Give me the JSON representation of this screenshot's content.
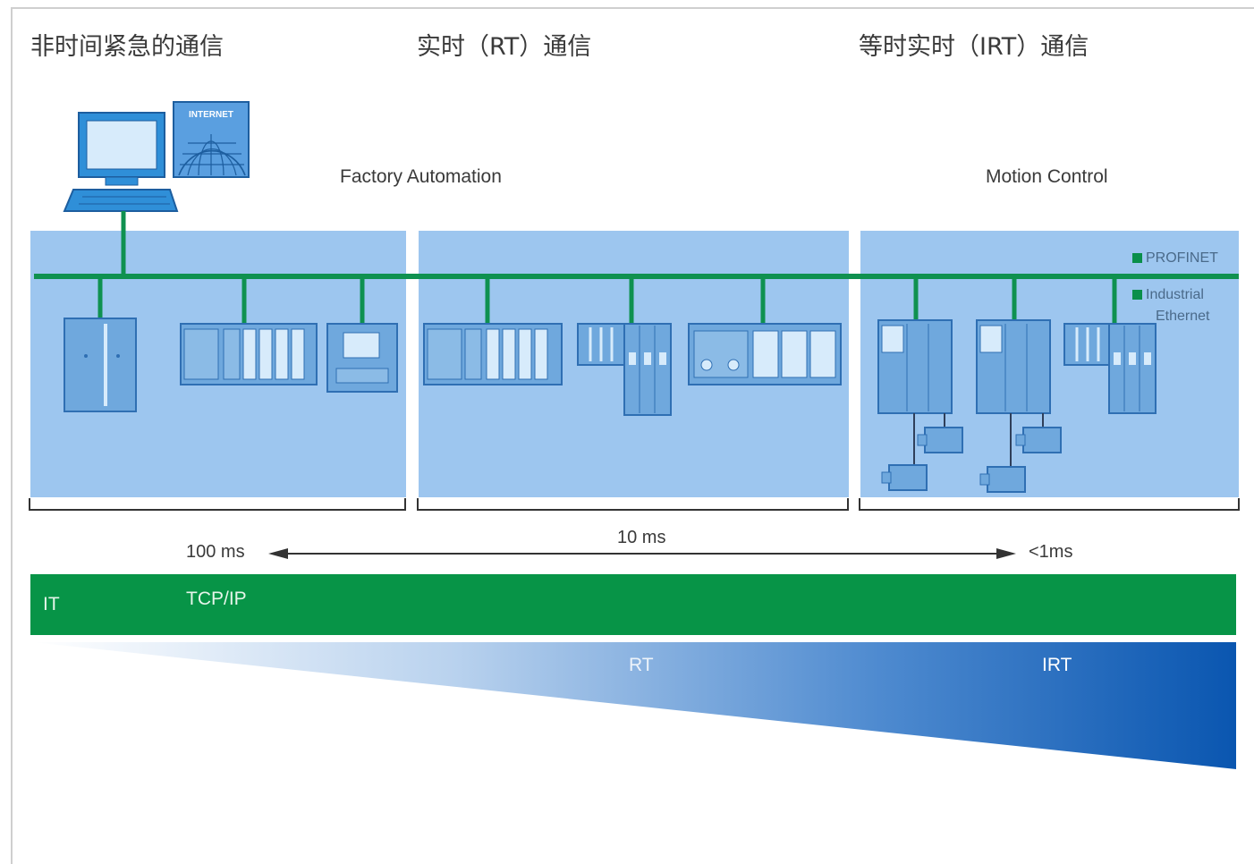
{
  "headings": {
    "non_realtime": "非时间紧急的通信",
    "realtime": "实时（RT）通信",
    "isochronous": "等时实时（IRT）通信"
  },
  "areas": {
    "factory": "Factory Automation",
    "motion": "Motion Control"
  },
  "internet_badge": "INTERNET",
  "legend": {
    "profinet": "PROFINET",
    "industrial_line1": "Industrial",
    "industrial_line2": "Ethernet"
  },
  "timing": {
    "slow": "100 ms",
    "mid": "10 ms",
    "fast": "<1ms"
  },
  "band": {
    "it": "IT",
    "tcpip": "TCP/IP"
  },
  "wedge": {
    "rt": "RT",
    "irt": "IRT"
  },
  "colors": {
    "panel_fill": "#9dc6ef",
    "device_fill": "#6fa8dd",
    "device_stroke": "#2f6fb3",
    "bus_green": "#0f9150",
    "band_green": "#079447",
    "wedge_dark": "#0a56b0"
  }
}
